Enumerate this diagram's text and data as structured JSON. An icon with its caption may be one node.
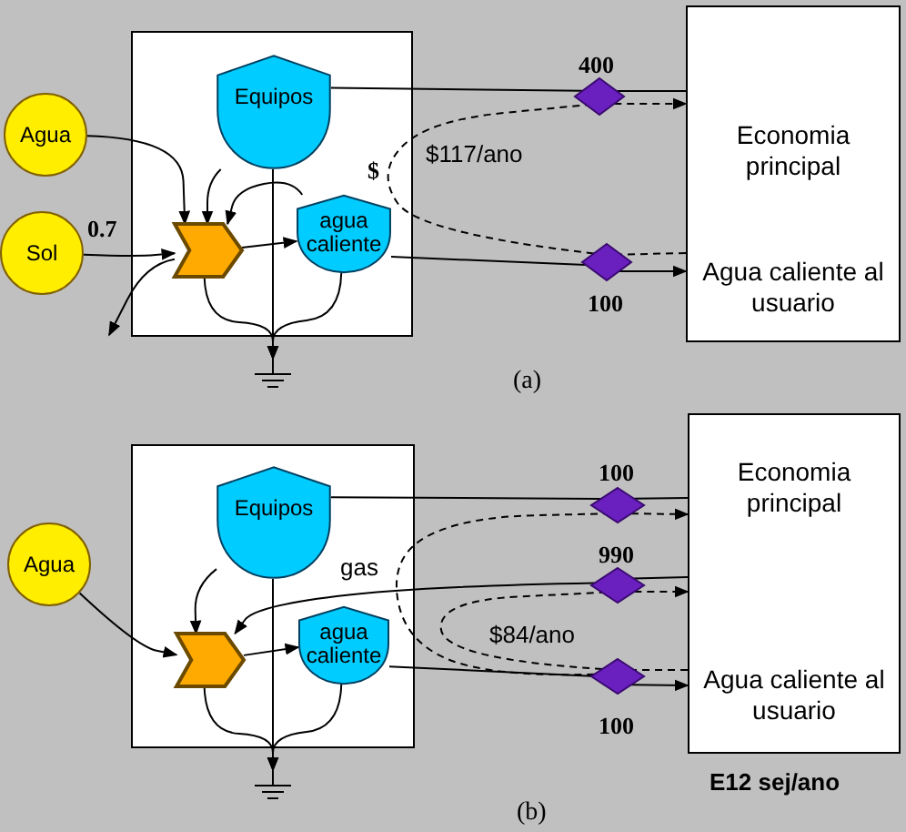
{
  "diagram": {
    "nodes": [
      {
        "text": [],
        "shape": "box"
      },
      {
        "text": [
          "Agua"
        ]
      },
      {
        "text": [
          "Sol"
        ]
      },
      {
        "text": [
          "Equipos"
        ],
        "in": 0
      },
      {
        "text": [],
        "shape": "chevron",
        "in": 0
      },
      {
        "text": [
          "agua caliente"
        ],
        "in": 0
      },
      {
        "text": [],
        "shape": "ground"
      },
      {
        "text": [],
        "shape": "diamond",
        "beside": [
          "400"
        ]
      },
      {
        "text": [],
        "shape": "diamond",
        "beside": [
          "100"
        ]
      },
      {
        "text": [
          "Economia principal",
          "Agua caliente al usuario"
        ]
      },
      {
        "text": [],
        "shape": "box"
      },
      {
        "text": [
          "Agua"
        ]
      },
      {
        "text": [
          "Equipos"
        ],
        "in": 10
      },
      {
        "text": [],
        "shape": "chevron",
        "in": 10
      },
      {
        "text": [
          "agua caliente"
        ],
        "in": 10
      },
      {
        "text": [],
        "shape": "ground"
      },
      {
        "text": [],
        "shape": "diamond",
        "beside": [
          "100"
        ]
      },
      {
        "text": [],
        "shape": "diamond",
        "beside": [
          "990"
        ]
      },
      {
        "text": [],
        "shape": "diamond",
        "beside": [
          "100"
        ]
      },
      {
        "text": [
          "Economia principal",
          "Agua caliente al usuario"
        ],
        "beside": [
          "E12 sej/ano"
        ]
      }
    ],
    "edges": [
      {
        "from": 1,
        "to": 4,
        "arrow": "to"
      },
      {
        "from": 2,
        "to": 4,
        "arrow": "to"
      },
      {
        "from": 4,
        "to": null,
        "arrow": "to"
      },
      {
        "from": 3,
        "to": 4,
        "arrow": "to"
      },
      {
        "from": 5,
        "to": 4,
        "arrow": "to"
      },
      {
        "from": 4,
        "to": 5,
        "arrow": "to"
      },
      {
        "from": 3,
        "to": 6,
        "arrow": "to"
      },
      {
        "from": 4,
        "to": 6,
        "arrow": "to"
      },
      {
        "from": 5,
        "to": 6,
        "arrow": "to"
      },
      {
        "from": 3,
        "to": 7,
        "arrow": "none"
      },
      {
        "from": 7,
        "to": 9,
        "arrow": "none"
      },
      {
        "from": 9,
        "to": 8,
        "arrow": "none",
        "style": "dashed"
      },
      {
        "from": 8,
        "to": 7,
        "arrow": "none",
        "style": "dashed",
        "label": "$117/ano"
      },
      {
        "from": 7,
        "to": 9,
        "arrow": "to",
        "style": "dashed"
      },
      {
        "from": 5,
        "to": 8,
        "arrow": "none"
      },
      {
        "from": 8,
        "to": 9,
        "arrow": "to"
      },
      {
        "from": 11,
        "to": 13,
        "arrow": "to"
      },
      {
        "from": 12,
        "to": 13,
        "arrow": "to"
      },
      {
        "from": 19,
        "to": 17,
        "arrow": "none"
      },
      {
        "from": 17,
        "to": 13,
        "arrow": "to",
        "label": "gas"
      },
      {
        "from": 13,
        "to": 14,
        "arrow": "to"
      },
      {
        "from": 12,
        "to": 15,
        "arrow": "to"
      },
      {
        "from": 13,
        "to": 15,
        "arrow": "to"
      },
      {
        "from": 14,
        "to": 15,
        "arrow": "to"
      },
      {
        "from": 12,
        "to": 16,
        "arrow": "none"
      },
      {
        "from": 16,
        "to": 19,
        "arrow": "none"
      },
      {
        "from": 14,
        "to": 18,
        "arrow": "none"
      },
      {
        "from": 18,
        "to": 19,
        "arrow": "to"
      },
      {
        "from": 19,
        "to": 18,
        "arrow": "none",
        "style": "dashed"
      },
      {
        "from": 18,
        "to": 17,
        "arrow": "none",
        "style": "dashed",
        "label": "$84/ano"
      },
      {
        "from": 17,
        "to": 19,
        "arrow": "to",
        "style": "dashed"
      },
      {
        "from": 18,
        "to": 16,
        "arrow": "none",
        "style": "dashed"
      },
      {
        "from": 16,
        "to": 19,
        "arrow": "to",
        "style": "dashed"
      }
    ],
    "labels": [
      "0.7",
      "$",
      "(a)",
      "(b)"
    ]
  }
}
